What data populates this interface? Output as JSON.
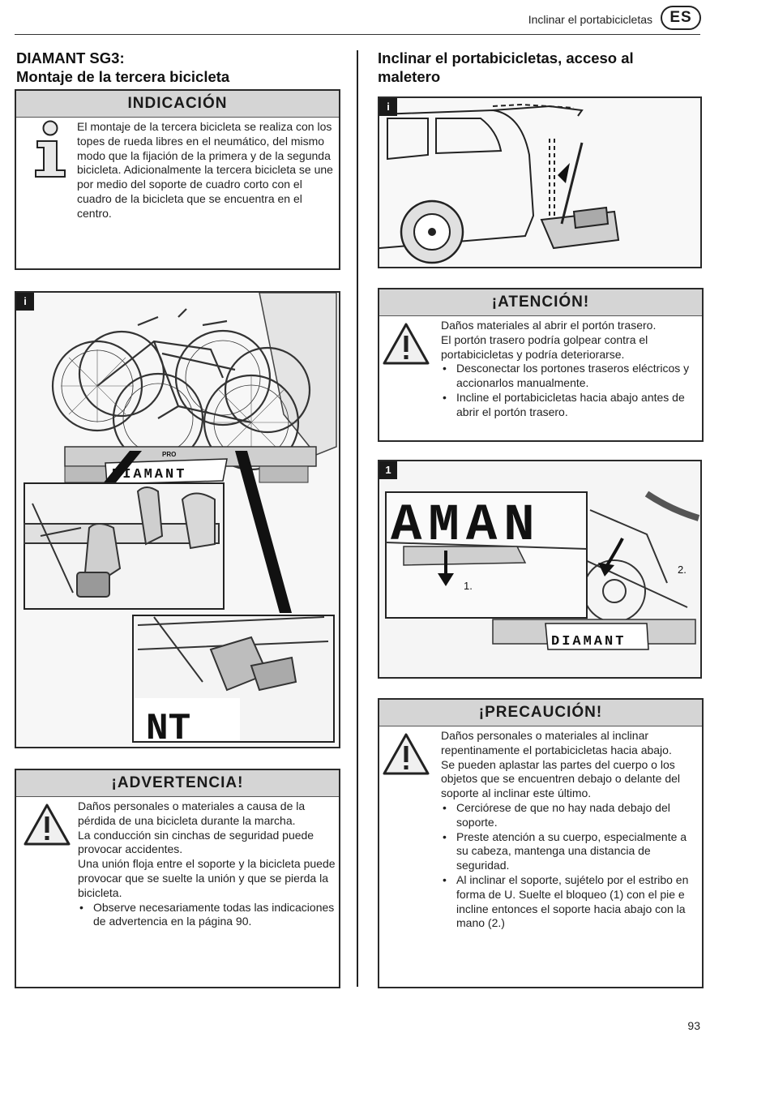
{
  "header": {
    "title": "Inclinar el portabicicletas",
    "lang": "ES"
  },
  "left": {
    "heading_line1": "DIAMANT SG3:",
    "heading_line2": "Montaje de la tercera bicicleta",
    "indicacion": {
      "title": "INDICACIÓN",
      "text": "El montaje de la tercera bicicleta se realiza con los topes de rueda libres en el neumático, del mismo modo que la fijación de la primera y de la segunda bicicleta. Adicionalmente la tercera bicicleta se une por medio del soporte de cuadro corto con el cuadro de la bicicleta que se encuentra en el centro."
    },
    "figure": {
      "tag": "i",
      "plate_text": "DIAMANT",
      "detail_text": "NT",
      "brand": "PRO"
    },
    "advertencia": {
      "title": "¡ADVERTENCIA!",
      "paragraphs": [
        "Daños personales o materiales a causa de la pérdida de una bicicleta durante la marcha.",
        "La conducción sin cinchas de seguridad puede provocar accidentes.",
        "Una unión floja entre el soporte y la bicicleta puede provocar que se suelte la unión y que se pierda la bicicleta."
      ],
      "bullets": [
        "Observe necesariamente todas las indicaciones de advertencia en la página 90."
      ]
    }
  },
  "right": {
    "heading": "Inclinar el portabicicletas, acceso al maletero",
    "figure1": {
      "tag": "i"
    },
    "atencion": {
      "title": "¡ATENCIÓN!",
      "paragraphs": [
        "Daños materiales al abrir el portón trasero.",
        "El portón trasero podría golpear contra el portabicicletas y podría deteriorarse."
      ],
      "bullets": [
        "Desconectar los portones traseros eléctricos y accionarlos manualmente.",
        "Incline el portabicicletas hacia abajo antes de abrir el portón trasero."
      ]
    },
    "figure2": {
      "tag": "1",
      "big_text": "AMAN",
      "plate_text": "DIAMANT",
      "label_1": "1.",
      "label_2": "2."
    },
    "precaucion": {
      "title": "¡PRECAUCIÓN!",
      "paragraphs": [
        "Daños personales o materiales al inclinar repentinamente el portabicicletas hacia abajo.",
        "Se pueden aplastar las partes del cuerpo o los objetos que se encuentren debajo o delante del soporte al inclinar este último."
      ],
      "bullets": [
        "Cerciórese de que no hay nada debajo del soporte.",
        "Preste atención a su cuerpo, especialmente a su cabeza, mantenga una distancia de seguridad.",
        "Al inclinar el soporte, sujételo por el estribo en forma de U. Suelte el bloqueo (1) con el pie e incline entonces el soporte hacia abajo con la mano (2.)"
      ]
    }
  },
  "footer": {
    "page_number": "93"
  }
}
